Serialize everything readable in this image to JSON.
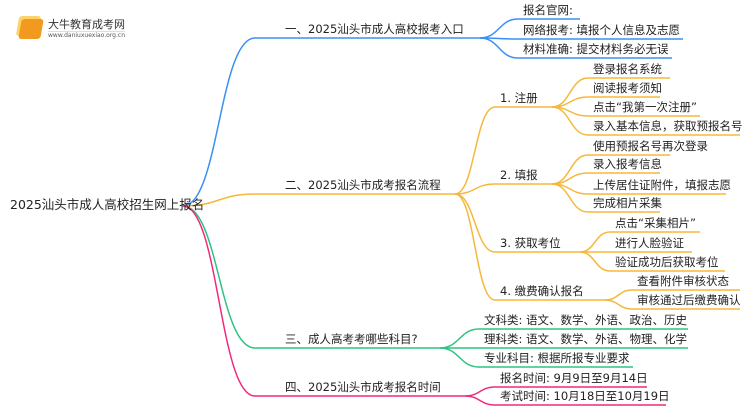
{
  "logo": {
    "title": "大牛教育成考网",
    "url": "www.daniuxuexiao.org.cn"
  },
  "root": "2025汕头市成人高校招生网上报名",
  "colors": {
    "b1": "#3b8ff5",
    "b2": "#f5b83a",
    "b3": "#2dc381",
    "b4": "#f2297b"
  },
  "branches": [
    {
      "label": "一、2025汕头市成人高校报考入口",
      "items": [
        "报名官网:",
        "网络报考: 填报个人信息及志愿",
        "材料准确: 提交材料务必无误"
      ]
    },
    {
      "label": "二、2025汕头市成考报名流程",
      "subs": [
        {
          "label": "1. 注册",
          "items": [
            "登录报名系统",
            "阅读报考须知",
            "点击“我第一次注册”",
            "录入基本信息，获取预报名号"
          ]
        },
        {
          "label": "2. 填报",
          "items": [
            "使用预报名号再次登录",
            "录入报考信息",
            "上传居住证附件，填报志愿",
            "完成相片采集"
          ]
        },
        {
          "label": "3. 获取考位",
          "items": [
            "点击“采集相片”",
            "进行人脸验证",
            "验证成功后获取考位"
          ]
        },
        {
          "label": "4. 缴费确认报名",
          "items": [
            "查看附件审核状态",
            "审核通过后缴费确认"
          ]
        }
      ]
    },
    {
      "label": "三、成人高考考哪些科目?",
      "items": [
        "文科类: 语文、数学、外语、政治、历史",
        "理科类: 语文、数学、外语、物理、化学",
        "专业科目: 根据所报专业要求"
      ]
    },
    {
      "label": "四、2025汕头市成考报名时间",
      "items": [
        "报名时间: 9月9日至9月14日",
        "考试时间: 10月18日至10月19日"
      ]
    }
  ]
}
